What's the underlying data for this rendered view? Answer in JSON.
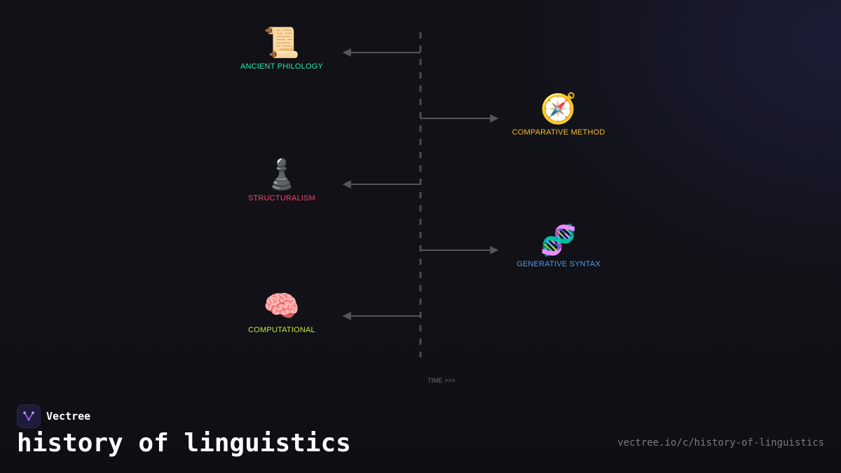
{
  "diagram": {
    "nodes": [
      {
        "emoji": "📜",
        "label": "ANCIENT PHILOLOGY",
        "color": "#2ee6a8",
        "side": "left"
      },
      {
        "emoji": "🧭",
        "label": "COMPARATIVE METHOD",
        "color": "#f5b82e",
        "side": "right"
      },
      {
        "emoji": "♟️",
        "label": "STRUCTURALISM",
        "color": "#f0436b",
        "side": "left"
      },
      {
        "emoji": "🧬",
        "label": "GENERATIVE SYNTAX",
        "color": "#4a9cf0",
        "side": "right"
      },
      {
        "emoji": "🧠",
        "label": "COMPUTATIONAL",
        "color": "#c5e83a",
        "side": "left"
      }
    ],
    "axis_label": "TIME >>>"
  },
  "brand": {
    "name": "Vectree",
    "logo_icon": "vectree-logo-icon",
    "accent": "#9b6bf5"
  },
  "page": {
    "title": "history of linguistics",
    "url": "vectree.io/c/history-of-linguistics"
  }
}
